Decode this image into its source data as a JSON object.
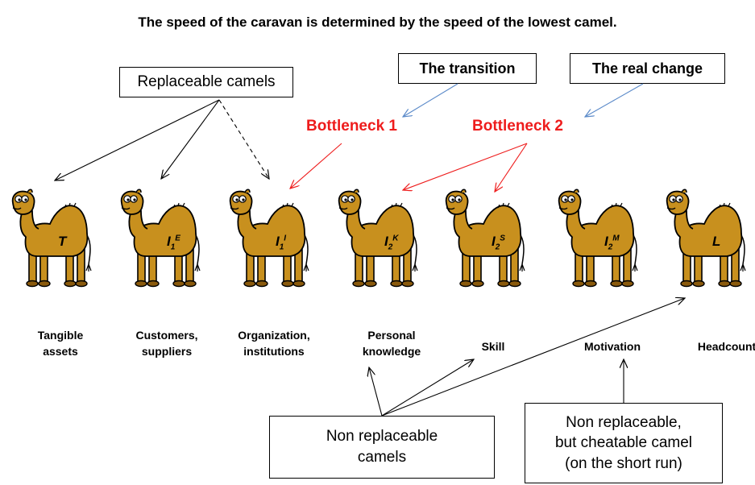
{
  "title": "The speed of the caravan is determined by the speed of the lowest camel.",
  "boxes": {
    "replaceable": "Replaceable camels",
    "transition": "The transition",
    "real_change": "The real change",
    "non_replaceable": [
      "Non replaceable",
      "camels"
    ],
    "cheatable": [
      "Non replaceable,",
      "but cheatable camel",
      "(on the short run)"
    ]
  },
  "bottlenecks": [
    "Bottleneck 1",
    "Bottleneck 2"
  ],
  "camels": [
    {
      "letter": "T",
      "sub": "",
      "sup": "",
      "label": [
        "Tangible",
        "assets"
      ]
    },
    {
      "letter": "I",
      "sub": "1",
      "sup": "E",
      "label": [
        "Customers,",
        "suppliers"
      ]
    },
    {
      "letter": "I",
      "sub": "1",
      "sup": "I",
      "label": [
        "Organization,",
        "institutions"
      ]
    },
    {
      "letter": "I",
      "sub": "2",
      "sup": "K",
      "label": [
        "Personal",
        "knowledge"
      ]
    },
    {
      "letter": "I",
      "sub": "2",
      "sup": "S",
      "label": [
        "Skill"
      ]
    },
    {
      "letter": "I",
      "sub": "2",
      "sup": "M",
      "label": [
        "Motivation"
      ]
    },
    {
      "letter": "L",
      "sub": "",
      "sup": "",
      "label": [
        "Headcount"
      ]
    }
  ],
  "colors": {
    "camel": "#c8901e",
    "bottleneck": "#ee1c1c",
    "transition_arrow": "#5b8ac9"
  }
}
